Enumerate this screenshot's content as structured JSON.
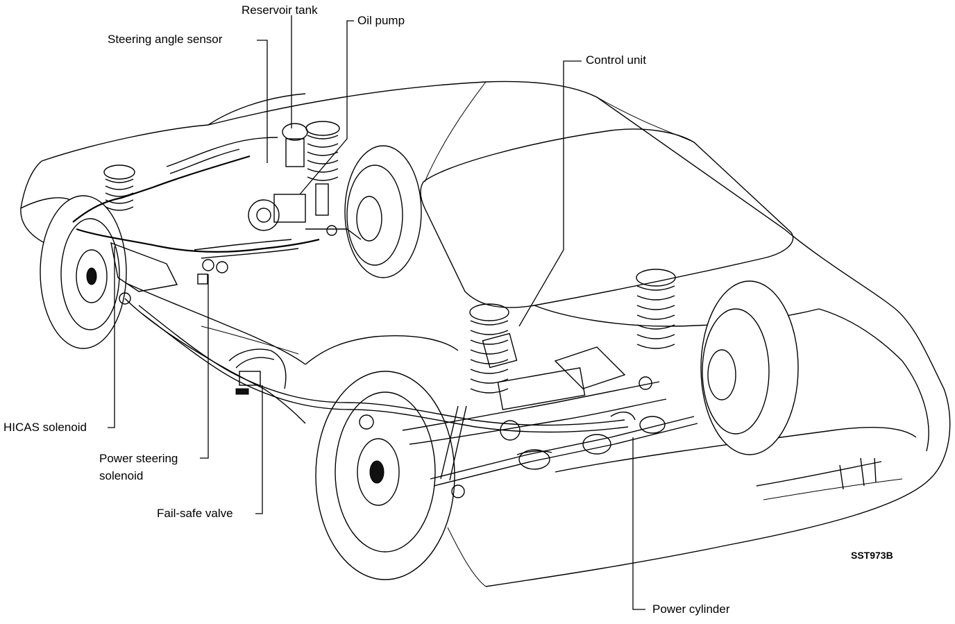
{
  "labels": {
    "reservoir_tank": "Reservoir tank",
    "oil_pump": "Oil pump",
    "steering_angle_sensor": "Steering angle sensor",
    "control_unit": "Control unit",
    "hicas_solenoid": "HICAS solenoid",
    "power_steering_solenoid_line1": "Power steering",
    "power_steering_solenoid_line2": "solenoid",
    "fail_safe_valve": "Fail-safe valve",
    "power_cylinder": "Power cylinder",
    "figure_code": "SST973B"
  }
}
